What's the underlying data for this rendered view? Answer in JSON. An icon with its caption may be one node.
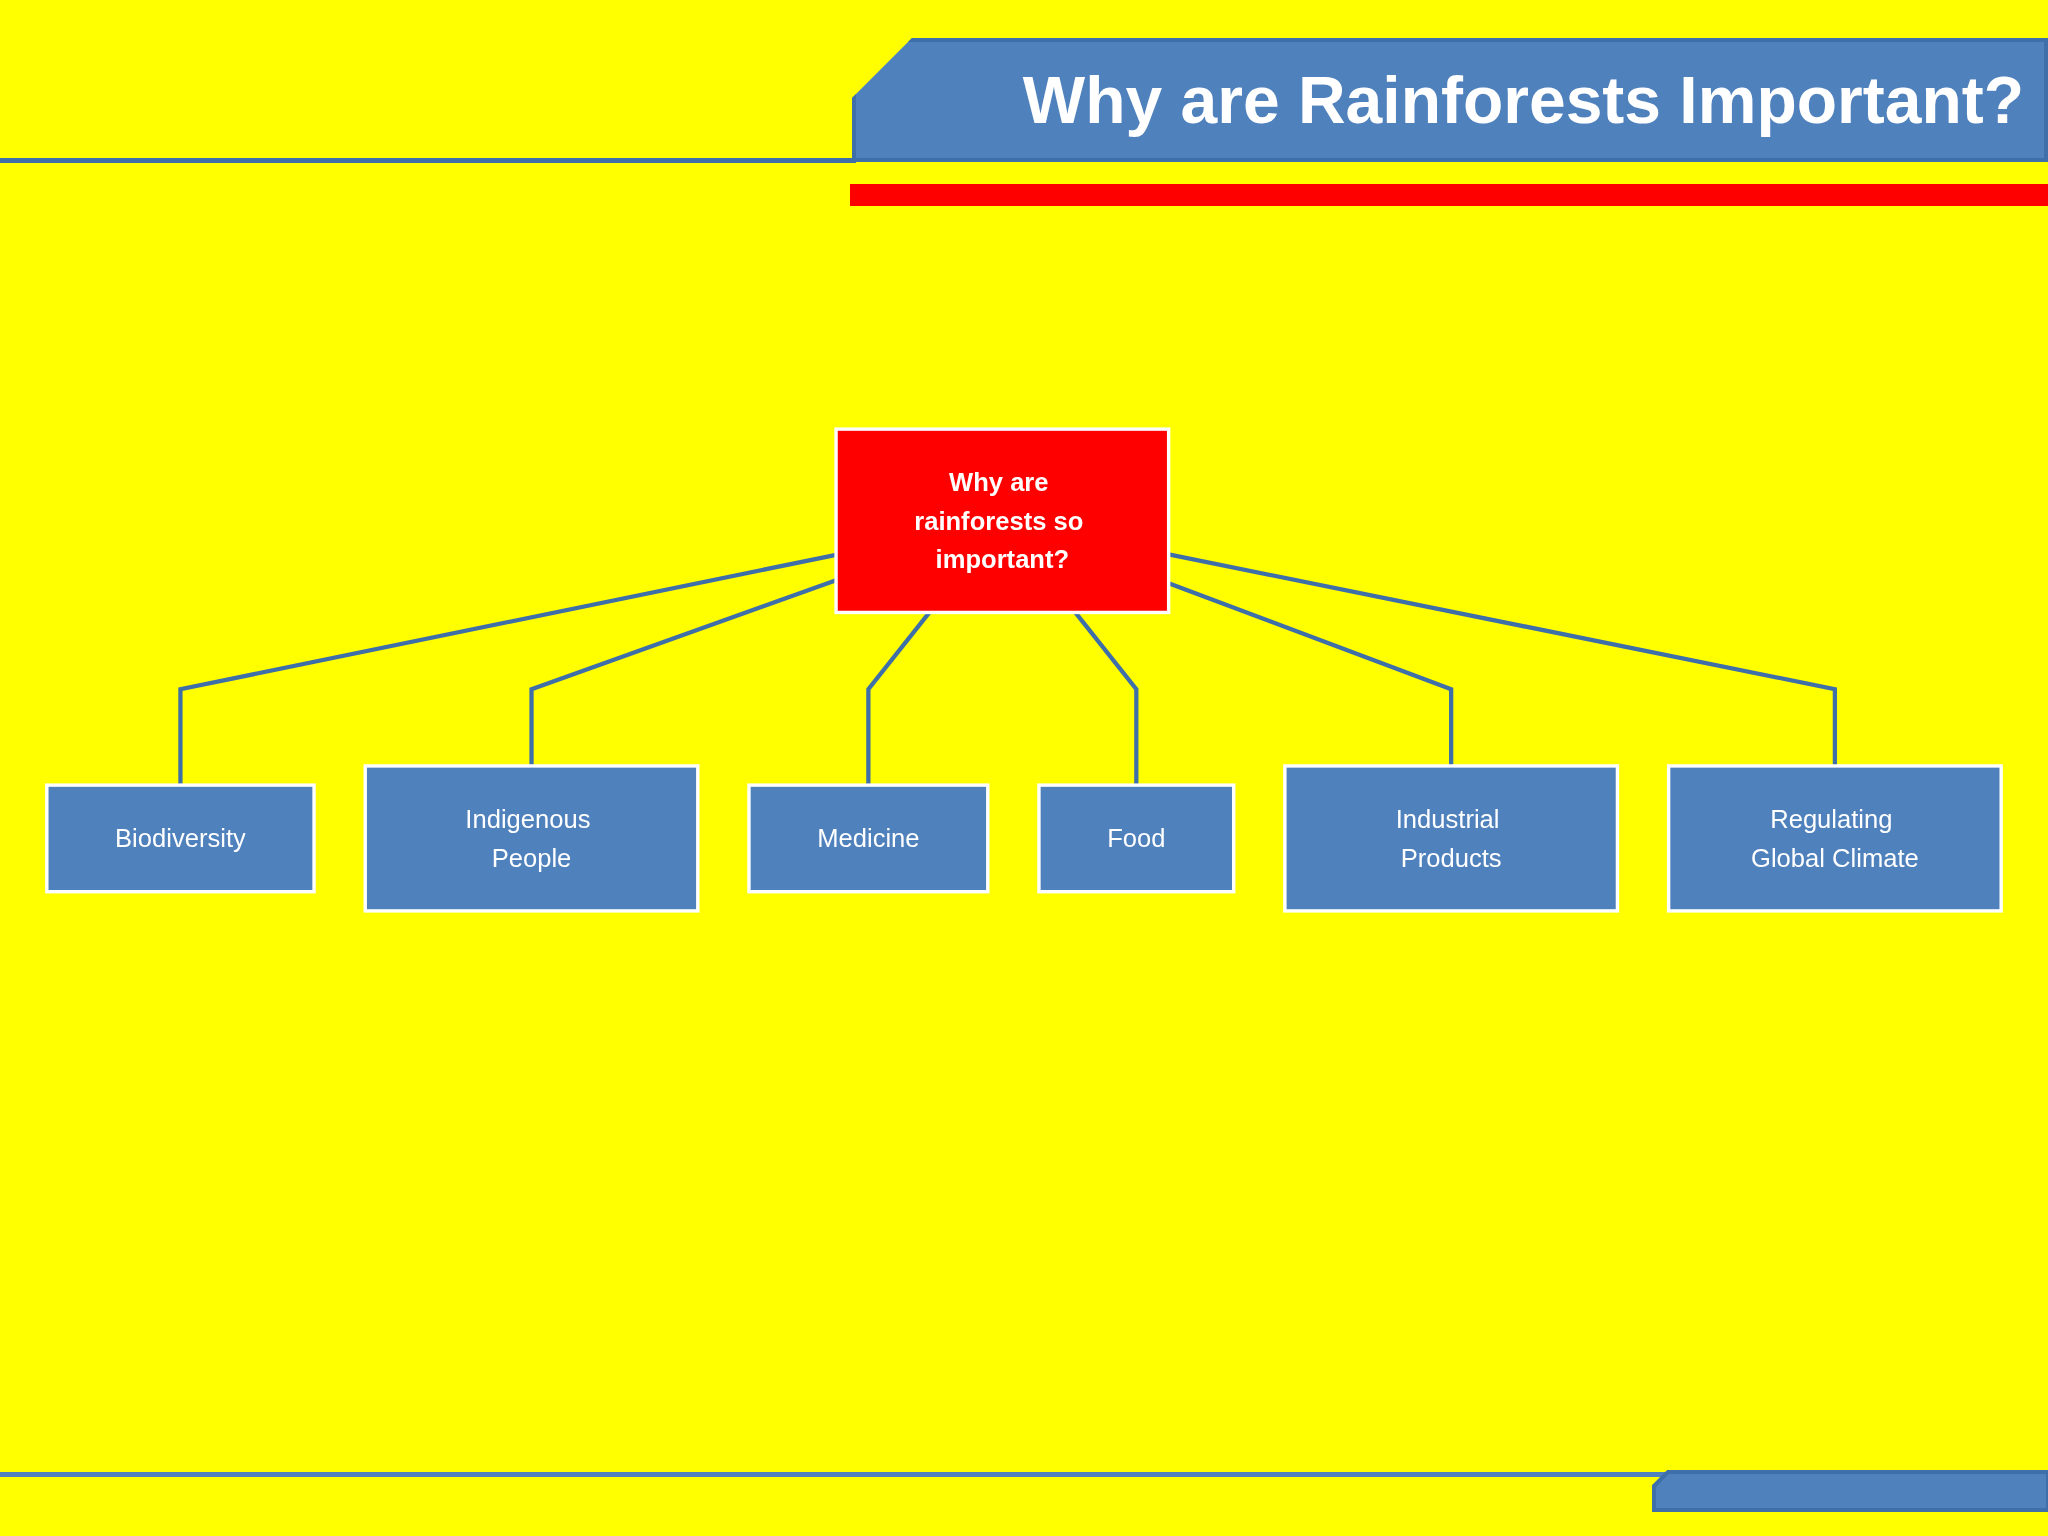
{
  "diagram": {
    "title": "Why are Rainforests Important?",
    "nodes": [
      {
        "text": [
          "Why are rainforests so important?"
        ]
      },
      {
        "text": [
          "Biodiversity"
        ]
      },
      {
        "text": [
          "Indigenous People"
        ]
      },
      {
        "text": [
          "Medicine"
        ]
      },
      {
        "text": [
          "Food"
        ]
      },
      {
        "text": [
          "Industrial Products"
        ]
      },
      {
        "text": [
          "Regulating Global Climate"
        ]
      }
    ],
    "edges": [
      {
        "from": 0,
        "to": 1,
        "arrow": "none"
      },
      {
        "from": 0,
        "to": 2,
        "arrow": "none"
      },
      {
        "from": 0,
        "to": 3,
        "arrow": "none"
      },
      {
        "from": 0,
        "to": 4,
        "arrow": "none"
      },
      {
        "from": 0,
        "to": 5,
        "arrow": "none"
      },
      {
        "from": 0,
        "to": 6,
        "arrow": "none"
      }
    ]
  }
}
